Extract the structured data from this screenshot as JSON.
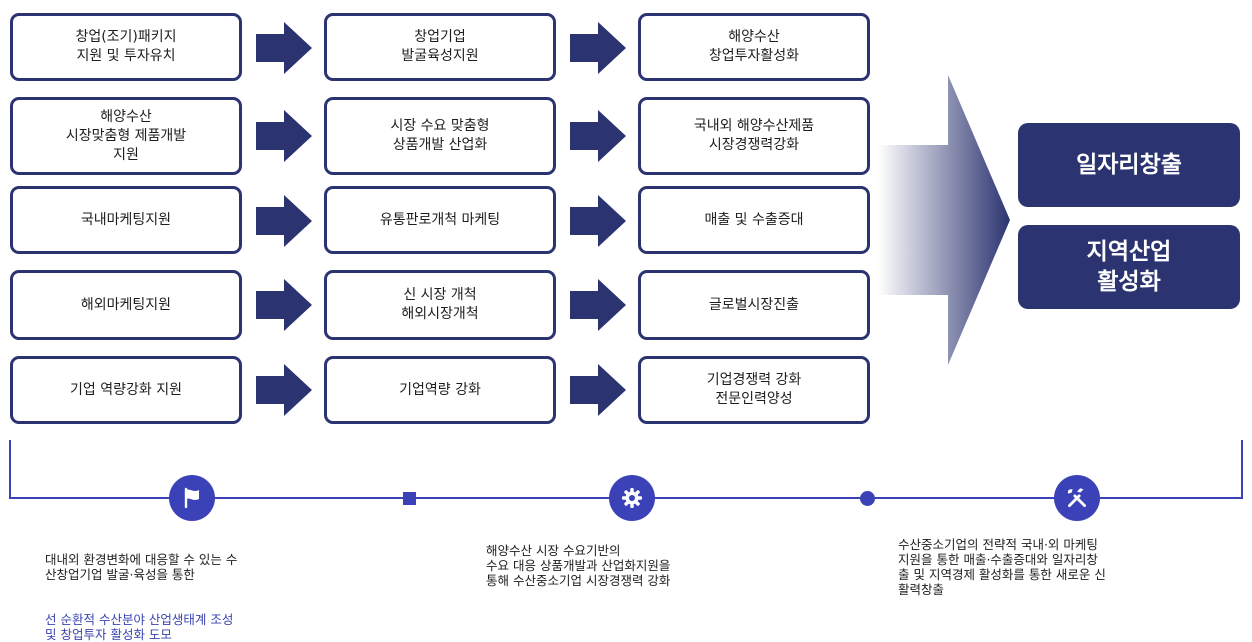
{
  "rows": [
    {
      "left": "창업(조기)패키지\n지원 및 투자유치",
      "mid": "창업기업\n발굴육성지원",
      "right": "해양수산\n창업투자활성화"
    },
    {
      "left": "해양수산\n시장맞춤형 제품개발\n지원",
      "mid": "시장 수요 맞춤형\n상품개발 산업화",
      "right": "국내외 해양수산제품\n시장경쟁력강화"
    },
    {
      "left": "국내마케팅지원",
      "mid": "유통판로개척 마케팅",
      "right": "매출 및 수출증대"
    },
    {
      "left": "해외마케팅지원",
      "mid": "신 시장 개척\n해외시장개척",
      "right": "글로벌시장진출"
    },
    {
      "left": "기업 역량강화 지원",
      "mid": "기업역량 강화",
      "right": "기업경쟁력 강화\n전문인력양성"
    }
  ],
  "results": [
    "일자리창출",
    "지역산업\n활성화"
  ],
  "timeline": [
    {
      "icon": "flag-icon",
      "text": "대내외 환경변화에 대응할 수 있는 수\n산창업기업 발굴·육성을 통한",
      "highlight": "선 순환적 수산분야 산업생태계 조성\n및 창업투자 활성화 도모"
    },
    {
      "icon": "gear-icon",
      "text": "해양수산 시장 수요기반의\n수요 대응 상품개발과 산업화지원을\n통해 수산중소기업 시장경쟁력 강화",
      "highlight": ""
    },
    {
      "icon": "tools-icon",
      "text": "수산중소기업의 전략적 국내·외 마케팅\n지원을 통한 매출·수출증대와 일자리창\n출 및 지역경제 활성화를 통한 새로운 신\n활력창출",
      "highlight": ""
    }
  ],
  "colors": {
    "accent": "#2b3470",
    "node": "#3b42b8",
    "highlight": "#3a44b0"
  }
}
